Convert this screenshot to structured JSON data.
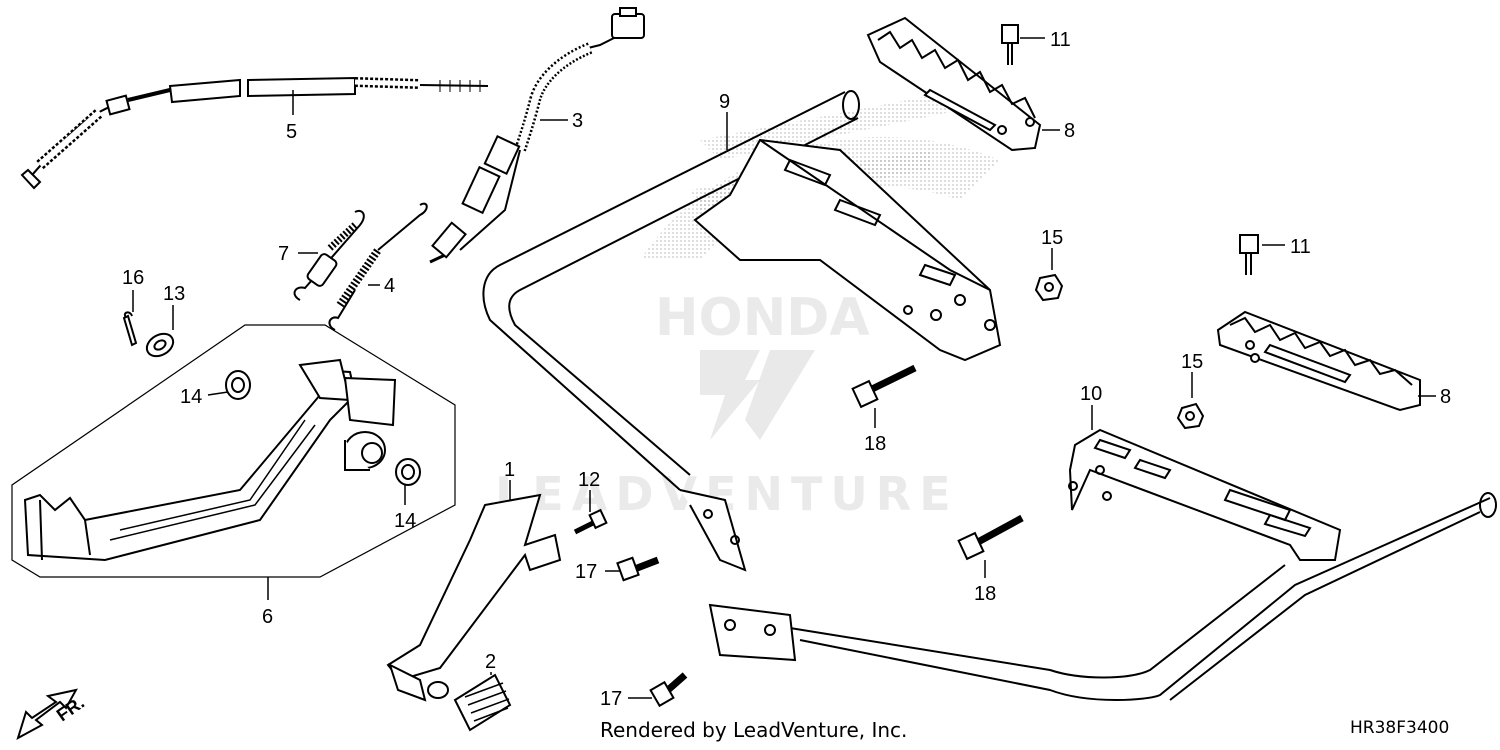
{
  "diagram": {
    "part_numbers": {
      "p1": "1",
      "p2": "2",
      "p3": "3",
      "p4": "4",
      "p5": "5",
      "p6": "6",
      "p7": "7",
      "p8a": "8",
      "p8b": "8",
      "p9": "9",
      "p10": "10",
      "p11a": "11",
      "p11b": "11",
      "p12": "12",
      "p13": "13",
      "p14a": "14",
      "p14b": "14",
      "p15a": "15",
      "p15b": "15",
      "p16": "16",
      "p17a": "17",
      "p17b": "17",
      "p18a": "18",
      "p18b": "18"
    },
    "direction_label": "FR.",
    "render_credit": "Rendered by LeadVenture, Inc.",
    "diagram_code": "HR38F3400",
    "watermark": {
      "brand": "HONDA",
      "vendor": "LEADVENTURE"
    }
  },
  "colors": {
    "line": "#000000",
    "watermark": "#b5b5b5"
  },
  "icons": [
    "front-direction-arrow-icon",
    "honda-wing-logo",
    "leadventure-logo"
  ]
}
